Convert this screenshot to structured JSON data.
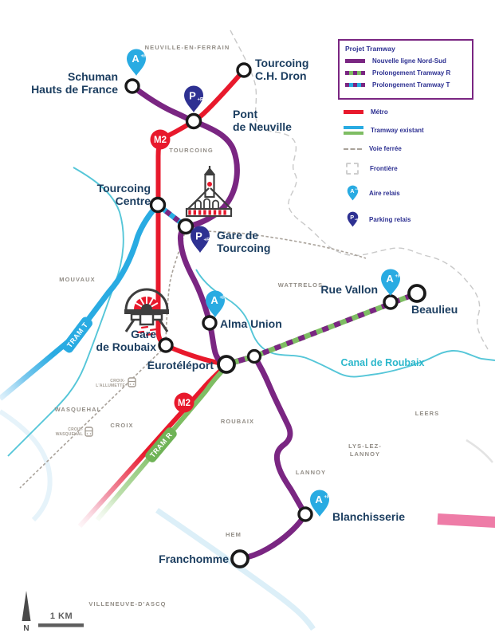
{
  "legend": {
    "project": {
      "title": "Projet Tramway",
      "items": [
        {
          "label": "Nouvelle ligne Nord-Sud",
          "swatch_color": "#7A2682"
        },
        {
          "label": "Prolongement Tramway R",
          "swatch_colors": [
            "#7EBD63",
            "#7A2682"
          ]
        },
        {
          "label": "Prolongement Tramway T",
          "swatch_colors": [
            "#29ABE2",
            "#7A2682"
          ]
        }
      ]
    },
    "others": [
      {
        "label": "Métro",
        "swatch_color": "#E8192C"
      },
      {
        "label": "Tramway existant",
        "swatch_colors": [
          "#29ABE2",
          "#7EBD63"
        ]
      },
      {
        "label": "Voie ferrée",
        "swatch_color": "#A9A29A"
      },
      {
        "label": "Frontière",
        "swatch_color": "#CFCFCF"
      },
      {
        "label": "Aire relais",
        "swatch_color": "#29ABE2"
      },
      {
        "label": "Parking relais",
        "swatch_color": "#2E3192"
      }
    ]
  },
  "map": {
    "stations": {
      "schuman": {
        "line1": "Schuman",
        "line2": "Hauts de France"
      },
      "ch_dron": {
        "line1": "Tourcoing",
        "line2": "C.H. Dron"
      },
      "pont_de_neuville": {
        "line1": "Pont",
        "line2": "de Neuville"
      },
      "tourcoing_centre": {
        "line1": "Tourcoing",
        "line2": "Centre"
      },
      "gare_de_tourcoing": {
        "line1": "Gare de",
        "line2": "Tourcoing"
      },
      "gare_de_roubaix": {
        "line1": "Gare",
        "line2": "de Roubaix"
      },
      "euroteleport": {
        "name": "Eurotéléport"
      },
      "alma_union": {
        "name": "Alma Union"
      },
      "rue_vallon": {
        "name": "Rue Vallon"
      },
      "beaulieu": {
        "name": "Beaulieu"
      },
      "blanchisserie": {
        "name": "Blanchisserie"
      },
      "franchomme": {
        "name": "Franchomme"
      }
    },
    "rail_halts": {
      "croix_allumette": {
        "line1": "CROIX-",
        "line2": "L'ALLUMETTE"
      },
      "croix_wasquehal": {
        "line1": "CROIX-",
        "line2": "WASQUEHAL"
      }
    },
    "regions": {
      "neuville": "NEUVILLE-EN-FERRAIN",
      "tourcoing": "TOURCOING",
      "mouvaux": "MOUVAUX",
      "wattrelos": "WATTRELOS",
      "wasquehal": "WASQUEHAL",
      "croix": "CROIX",
      "roubaix": "ROUBAIX",
      "leers": "LEERS",
      "lys_line1": "LYS-LEZ-",
      "lys_line2": "LANNOY",
      "lannoy": "LANNOY",
      "hem": "HEM",
      "villeneuve": "VILLENEUVE-D'ASCQ"
    },
    "badges": {
      "metro": "M2",
      "tram_t": "TRAM T",
      "tram_r": "TRAM R"
    },
    "pins": {
      "aire_letter": "A",
      "parking_letter": "P",
      "relais_suffix": "+R"
    },
    "waterways": {
      "canal_label": "Canal de Roubaix"
    },
    "scale": {
      "north": "N",
      "distance": "1 KM"
    },
    "colors": {
      "nouvelle_ligne_purple": "#7A2682",
      "metro_red": "#E8192C",
      "tram_t_blue": "#29ABE2",
      "tram_r_green": "#7EBD63",
      "parking_navy": "#2E3192",
      "pink_line": "#EE7CA7",
      "canal_teal": "#43C0D4",
      "rail_gray": "#A9A29A",
      "station_label_navy": "#1C3E60"
    }
  }
}
